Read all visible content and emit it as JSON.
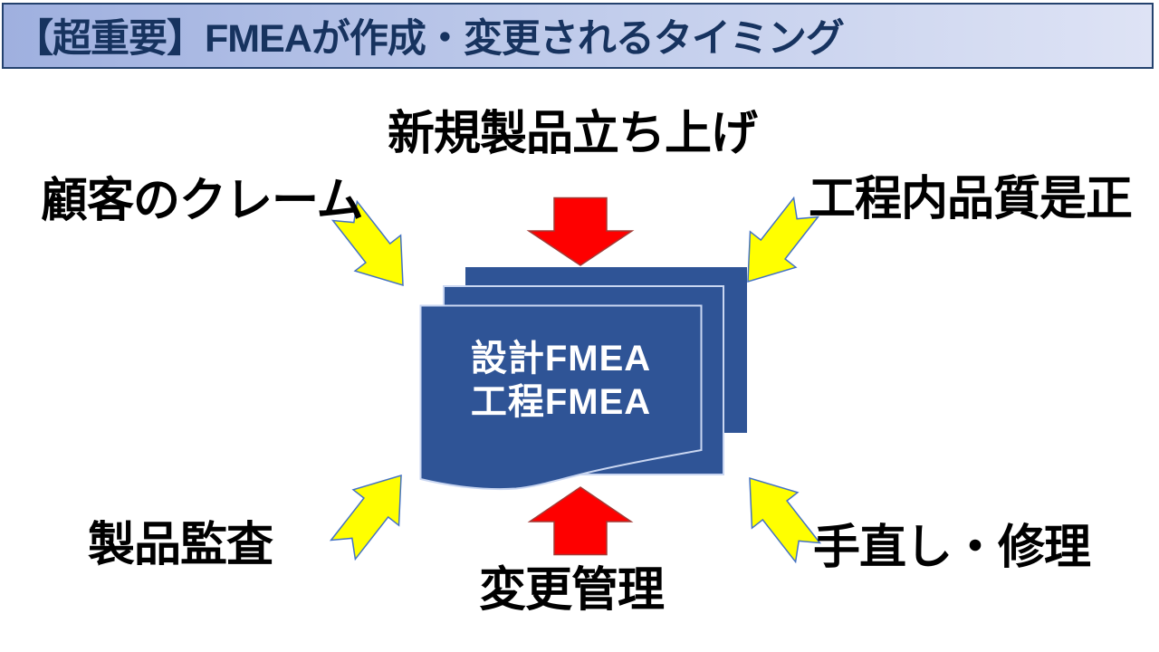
{
  "slide": {
    "title": "【超重要】FMEAが作成・変更されるタイミング",
    "center_document": {
      "line1": "設計FMEA",
      "line2": "工程FMEA"
    },
    "triggers": {
      "top_center": "新規製品立ち上げ",
      "top_left": "顧客のクレーム",
      "top_right": "工程内品質是正",
      "bottom_left": "製品監査",
      "bottom_right": "手直し・修理",
      "bottom_center": "変更管理"
    },
    "arrows": {
      "top_center": {
        "icon": "red-arrow-down-icon",
        "color": "#FE0000"
      },
      "bottom_center": {
        "icon": "red-arrow-up-icon",
        "color": "#FE0000"
      },
      "top_left": {
        "icon": "yellow-arrow-down-right-icon",
        "color": "#FFFF00"
      },
      "top_right": {
        "icon": "yellow-arrow-down-left-icon",
        "color": "#FFFF00"
      },
      "bottom_left": {
        "icon": "yellow-arrow-up-right-icon",
        "color": "#FFFF00"
      },
      "bottom_right": {
        "icon": "yellow-arrow-up-left-icon",
        "color": "#FFFF00"
      }
    },
    "colors": {
      "title_text": "#17335F",
      "title_border": "#24426E",
      "title_gradient_left": "#9FB0DF",
      "title_gradient_right": "#DEE3F5",
      "document_blue": "#2F5496",
      "document_stroke": "#C9D6F1",
      "document_text": "#FFFFFF",
      "red_arrow_fill": "#FE0000",
      "red_arrow_stroke": "#A33A36",
      "yellow_arrow_fill": "#FFFF00",
      "yellow_arrow_stroke": "#4472C4",
      "label_text": "#000000"
    }
  }
}
